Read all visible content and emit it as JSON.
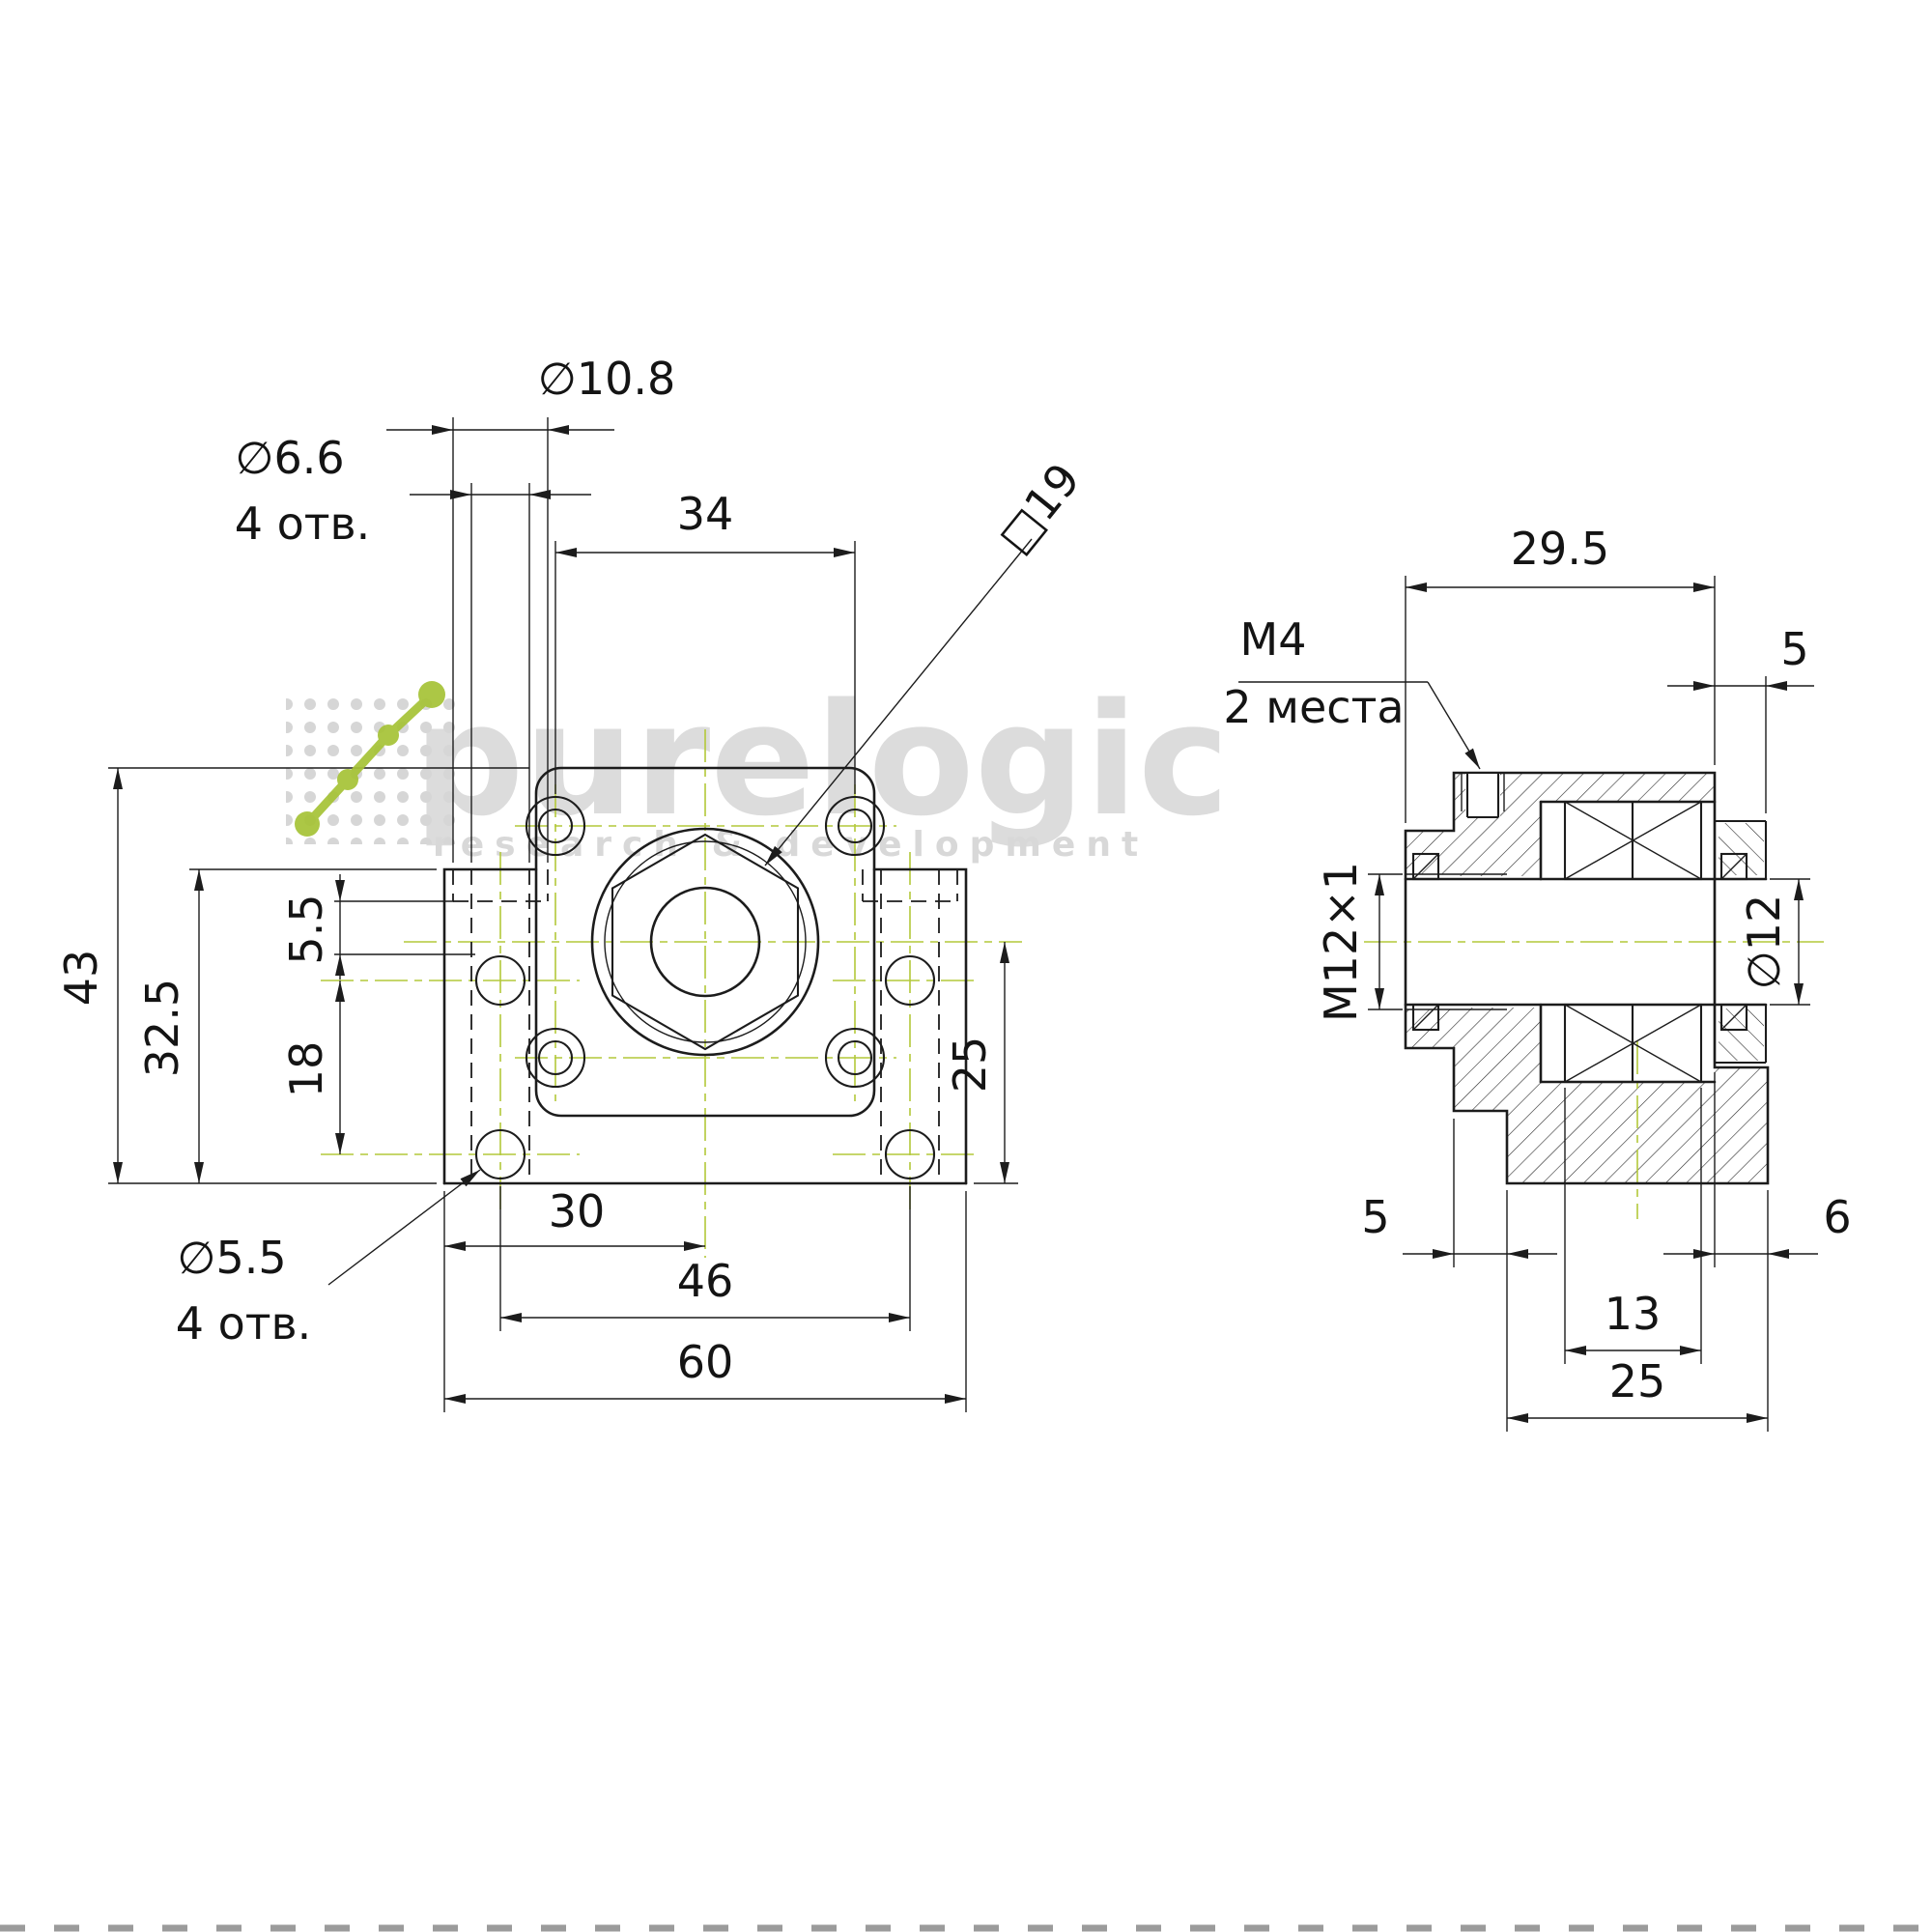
{
  "watermark": {
    "brand": "purelogic",
    "tagline": "research & development"
  },
  "front": {
    "d_counterbore": "∅10.8",
    "d_through": "∅6.6",
    "through_count": "4 отв.",
    "flange_hole_spacing": "34",
    "nut_flats": "□19",
    "total_height": "43",
    "base_height": "32.5",
    "slot_depth": "5.5",
    "side_hole_spacing": "18",
    "center_height": "25",
    "center_offset": "30",
    "face_hole_spacing": "46",
    "total_width": "60",
    "d_face": "∅5.5",
    "face_count": "4 отв."
  },
  "side": {
    "total_depth": "29.5",
    "setscrew_thread": "M4",
    "setscrew_places": "2 места",
    "cover_width": "5",
    "shaft_thread": "M12×1",
    "d_bore": "∅12",
    "foot_front_gap": "5",
    "foot_rear_overhang": "6",
    "bearing_width": "13",
    "foot_depth": "25"
  },
  "colors": {
    "line": "#1c1c1c",
    "centerline_green": "#b3c83a",
    "logo_green": "#a6c336",
    "watermark_gray": "#dcdcdc"
  }
}
